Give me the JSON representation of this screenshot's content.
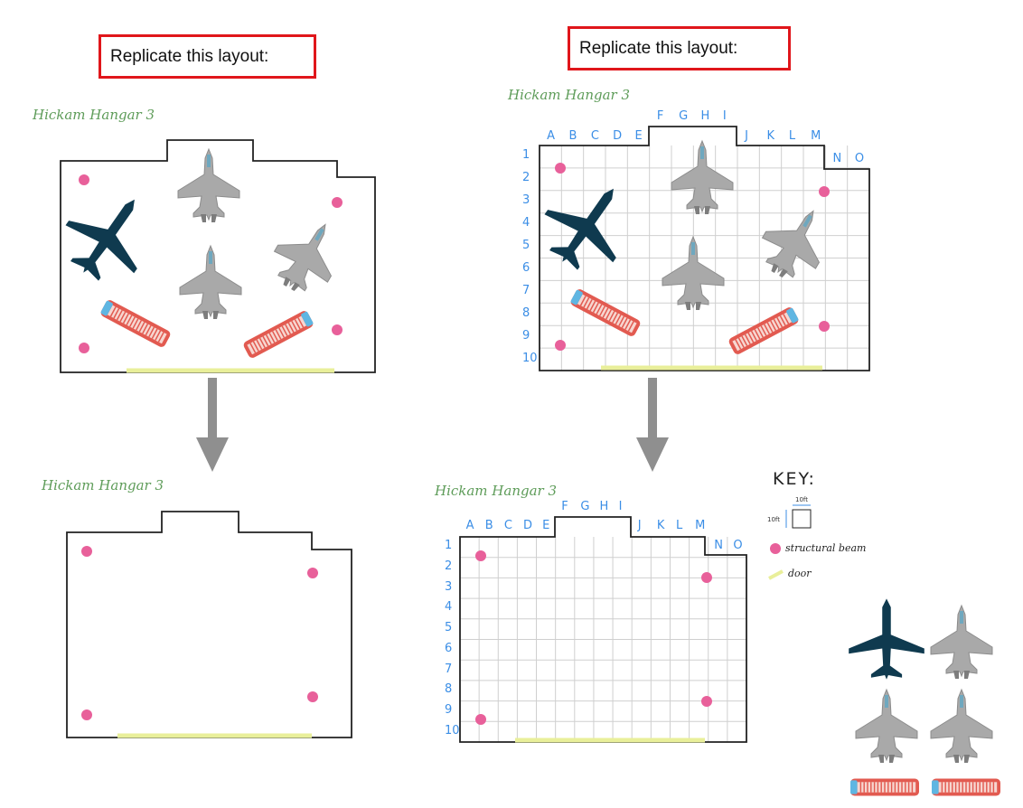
{
  "callouts": {
    "left": "Replicate this layout:",
    "right": "Replicate this layout:"
  },
  "titles": {
    "top_left": "Hickam Hangar 3",
    "top_right": "Hickam Hangar 3",
    "bottom_left": "Hickam Hangar 3",
    "bottom_right": "Hickam Hangar 3"
  },
  "grid": {
    "columns": [
      "A",
      "B",
      "C",
      "D",
      "E",
      "F",
      "G",
      "H",
      "I",
      "J",
      "K",
      "L",
      "M",
      "N",
      "O"
    ],
    "rows": [
      "1",
      "2",
      "3",
      "4",
      "5",
      "6",
      "7",
      "8",
      "9",
      "10"
    ]
  },
  "key": {
    "title": "KEY:",
    "scale_w": "10ft",
    "scale_h": "10ft",
    "beam_label": "structural beam",
    "door_label": "door"
  },
  "colors": {
    "beam": "#e8609a",
    "door": "#e9ef9a",
    "jet": "#0f3a4f",
    "fighter": "#a9a9a9",
    "firetruck": "#e25a50",
    "grid_label": "#3b8ee6",
    "title": "#5e9c59",
    "callout_border": "#e0161b"
  },
  "icons": [
    "business-jet-icon",
    "fighter-jet-icon",
    "fire-truck-icon",
    "structural-beam-icon",
    "door-icon",
    "arrow-down-icon"
  ]
}
